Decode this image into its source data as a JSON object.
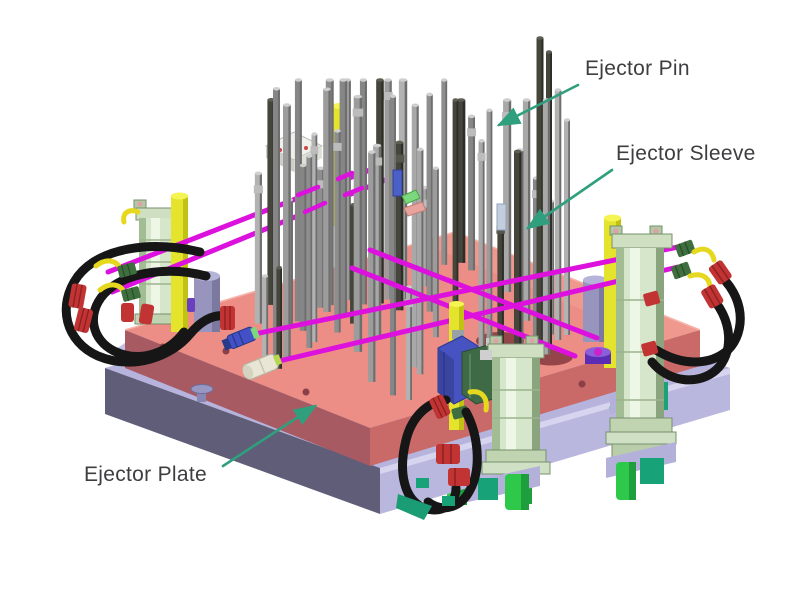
{
  "labels": {
    "ejector_pin": "Ejector Pin",
    "ejector_sleeve": "Ejector Sleeve",
    "ejector_plate": "Ejector Plate"
  },
  "colors": {
    "label_text": "#3e3e41",
    "annotation_arrow": "#2f9f7d",
    "ejector_plate_top": "#ec8e86",
    "ejector_plate_front": "#c96a68",
    "ejector_plate_front_shadow": "#a85a63",
    "base_plate_top": "#b6b4dc",
    "base_plate_front": "#b9b7de",
    "base_plate_shadow": "#5f5d78",
    "return_pin_yellow": "#e4e42c",
    "tube_magenta": "#dd11dd",
    "ejector_pin_gray": "#9a9a9a",
    "cylinder_green": "#d6e6ca",
    "hose_black": "#161616",
    "fitting_red": "#c23434",
    "foot_green": "#2ec84a",
    "clamp_teal": "#17a377"
  }
}
